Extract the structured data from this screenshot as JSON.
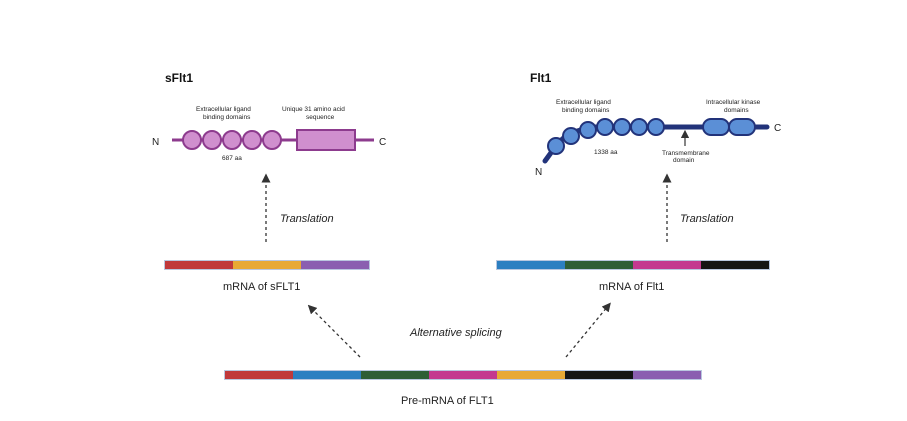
{
  "colors": {
    "red": "#c0393b",
    "blue": "#2c7fc1",
    "green": "#2e5e36",
    "magenta": "#c4388f",
    "orange": "#e8a935",
    "black": "#151515",
    "purple": "#8a5fb0",
    "sflt1_fill": "#d08fce",
    "sflt1_stroke": "#8d3b8e",
    "flt1_fill": "#5b8fd6",
    "flt1_stroke": "#22337a"
  },
  "sflt1": {
    "title": "sFlt1",
    "n_label": "N",
    "c_label": "C",
    "ligand_label_1": "Extracellular ligand",
    "ligand_label_2": "binding domains",
    "unique_label_1": "Unique 31 amino acid",
    "unique_label_2": "sequence",
    "aa_label": "687 aa",
    "translation_label": "Translation",
    "mrna_label": "mRNA of sFLT1",
    "mrna_segments": [
      "red",
      "orange",
      "purple"
    ]
  },
  "flt1": {
    "title": "Flt1",
    "n_label": "N",
    "c_label": "C",
    "ligand_label_1": "Extracellular ligand",
    "ligand_label_2": "binding domains",
    "kinase_label_1": "Intracellular kinase",
    "kinase_label_2": "domains",
    "tm_label_1": "Transmembrane",
    "tm_label_2": "domain",
    "aa_label": "1338 aa",
    "translation_label": "Translation",
    "mrna_label": "mRNA of Flt1",
    "mrna_segments": [
      "blue",
      "green",
      "magenta",
      "black"
    ]
  },
  "splicing_label": "Alternative splicing",
  "premrna": {
    "label": "Pre-mRNA of FLT1",
    "segments": [
      "red",
      "blue",
      "green",
      "magenta",
      "orange",
      "black",
      "purple"
    ]
  }
}
